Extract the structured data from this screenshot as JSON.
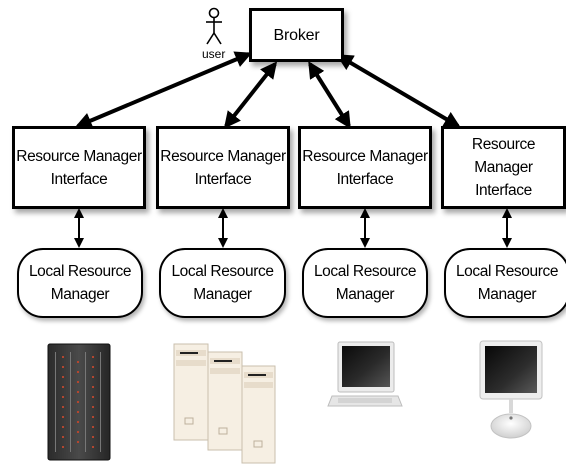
{
  "diagram": {
    "broker": {
      "label": "Broker"
    },
    "user": {
      "label": "user",
      "icon": "person-icon"
    },
    "rmi_label": "Resource Manager\nInterface",
    "lrm_label": "Local Resource\nManager",
    "columns": [
      {
        "rmi": "Resource Manager\nInterface",
        "lrm": "Local Resource\nManager",
        "device": "server-rack-icon"
      },
      {
        "rmi": "Resource Manager\nInterface",
        "lrm": "Local Resource\nManager",
        "device": "desktop-towers-icon"
      },
      {
        "rmi": "Resource Manager\nInterface",
        "lrm": "Local Resource\nManager",
        "device": "laptop-icon"
      },
      {
        "rmi": "Resource Manager\nInterface",
        "lrm": "Local Resource\nManager",
        "device": "imac-icon"
      }
    ]
  }
}
